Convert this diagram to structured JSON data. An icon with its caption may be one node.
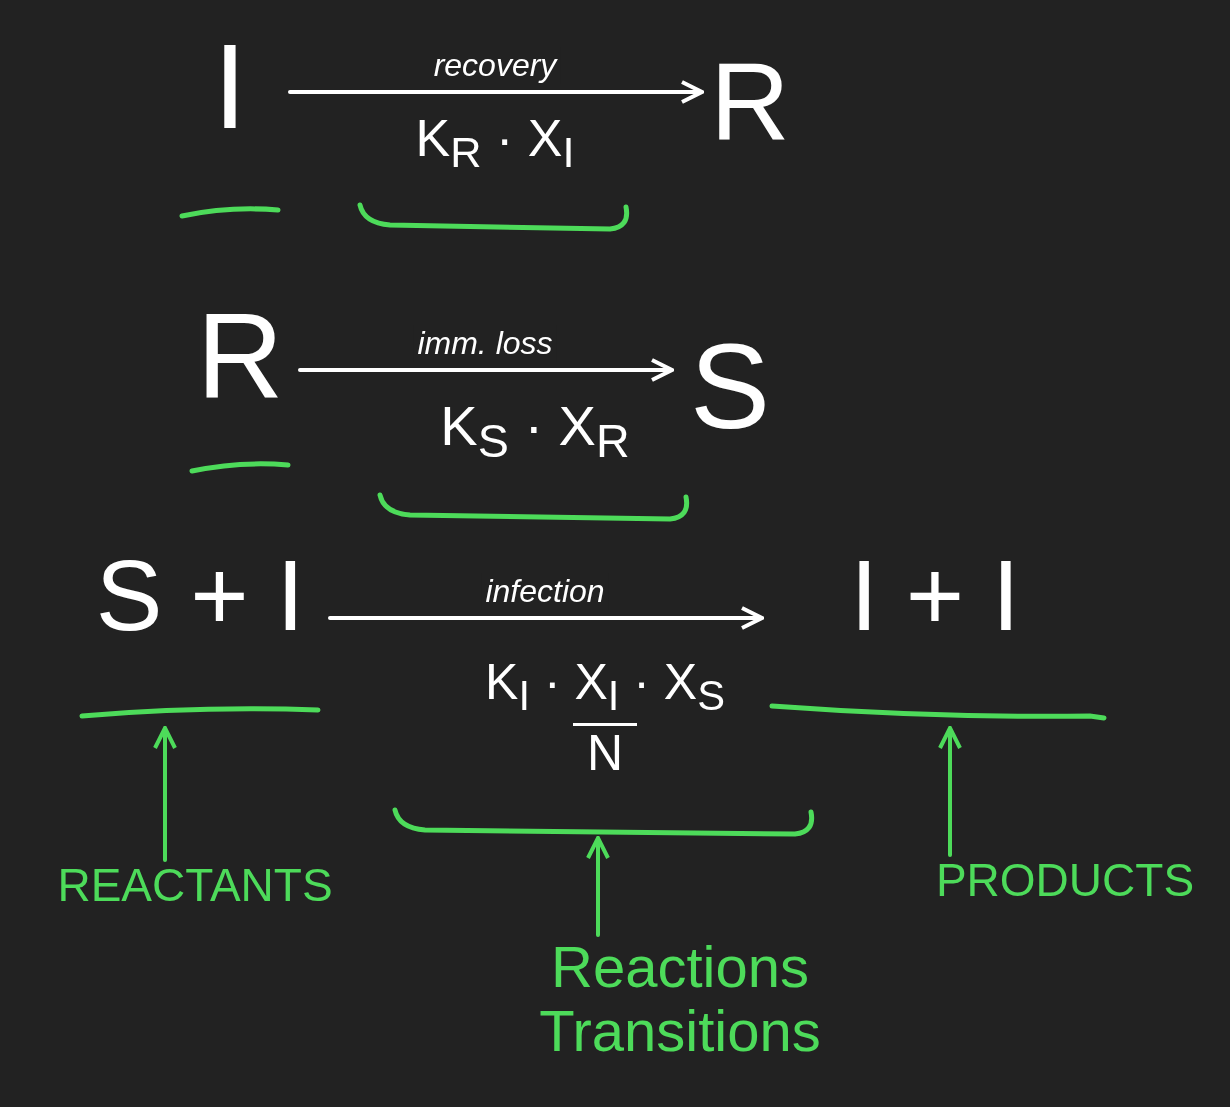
{
  "diagram": {
    "nodes": [
      {
        "text": [
          "I"
        ]
      },
      {
        "text": [
          "R"
        ]
      },
      {
        "text": [
          "K$_{R}$ · X$_{I}$"
        ]
      },
      {
        "text": [
          "R"
        ]
      },
      {
        "text": [
          "S"
        ]
      },
      {
        "text": [
          "K$_{S}$ · X$_{R}$"
        ]
      },
      {
        "text": [
          "S + I"
        ]
      },
      {
        "text": [
          "I + I"
        ]
      },
      {
        "text": [
          "K$_{I}$ · X$_{I}$ · X$_{S}$",
          "N"
        ]
      },
      {
        "text": [
          "REACTANTS"
        ]
      },
      {
        "text": [
          "PRODUCTS"
        ]
      },
      {
        "text": [
          "Reactions Transitions"
        ]
      }
    ],
    "edges": [
      {
        "from": 0,
        "to": 1,
        "arrow": "to",
        "label": "recovery"
      },
      {
        "from": 3,
        "to": 4,
        "arrow": "to",
        "label": "imm. loss"
      },
      {
        "from": 6,
        "to": 7,
        "arrow": "to",
        "label": "infection"
      },
      {
        "from": 9,
        "to": 6,
        "arrow": "to",
        "color": "#4ddb5a"
      },
      {
        "from": 10,
        "to": 7,
        "arrow": "to",
        "color": "#4ddb5a"
      },
      {
        "from": 11,
        "to": 8,
        "arrow": "to",
        "color": "#4ddb5a"
      }
    ]
  }
}
